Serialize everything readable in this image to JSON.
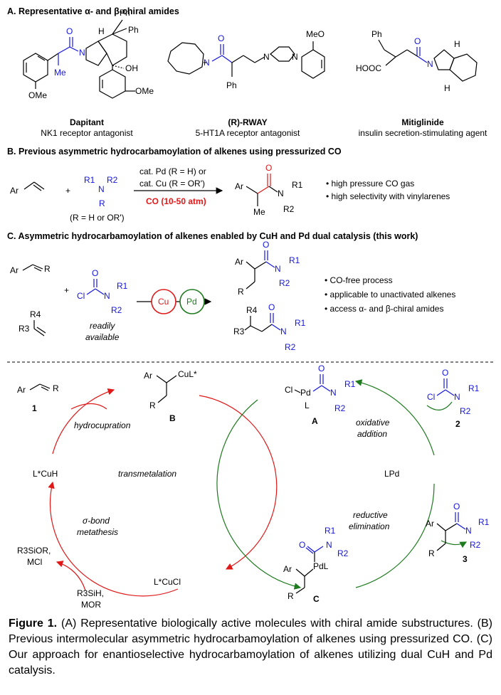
{
  "sectionA": {
    "heading": "A. Representative α- and β-chiral amides",
    "molecules": [
      {
        "name": "Dapitant",
        "desc": "NK1 receptor antagonist",
        "atoms": [
          "Ph",
          "Ph",
          "H",
          "OH",
          "OMe",
          "OMe",
          "N",
          "O",
          "Me",
          "H"
        ]
      },
      {
        "name": "(R)-RWAY",
        "desc": "5-HT1A receptor antagonist",
        "atoms": [
          "N",
          "O",
          "Ph",
          "N",
          "N",
          "MeO"
        ]
      },
      {
        "name": "Mitiglinide",
        "desc": "insulin secretion-stimulating agent",
        "atoms": [
          "Ph",
          "HOOC",
          "O",
          "N",
          "H",
          "H"
        ]
      }
    ]
  },
  "sectionB": {
    "heading": "B. Previous asymmetric hydrocarbamoylation of alkenes using pressurized CO",
    "reactant1": "Ar",
    "plus": "+",
    "amine_atoms": [
      "R1",
      "N",
      "R2",
      "R"
    ],
    "amine_note": "(R = H or OR')",
    "conditions": [
      "cat. Pd (R = H) or",
      "cat. Cu (R = OR')"
    ],
    "co": "CO (10-50 atm)",
    "product_atoms": [
      "Ar",
      "O",
      "N",
      "R1",
      "Me",
      "R2"
    ],
    "bullets": [
      "high pressure CO gas",
      "high selectivity with vinylarenes"
    ]
  },
  "sectionC": {
    "heading": "C. Asymmetric hydrocarbamoylation of alkenes enabled by CuH and Pd dual catalysis (this work)",
    "alkene1_atoms": [
      "Ar",
      "R"
    ],
    "alkene2_atoms": [
      "R4",
      "R3"
    ],
    "plus": "+",
    "carbamoyl_atoms": [
      "Cl",
      "O",
      "N",
      "R1",
      "R2"
    ],
    "note": [
      "readily",
      "available"
    ],
    "cu": "Cu",
    "pd": "Pd",
    "product1_atoms": [
      "Ar",
      "O",
      "N",
      "R1",
      "R",
      "R2"
    ],
    "product2_atoms": [
      "R4",
      "R3",
      "O",
      "N",
      "R1",
      "R2"
    ],
    "bullets": [
      "CO-free process",
      "applicable to unactivated alkenes",
      "access α- and β-chiral amides"
    ]
  },
  "mechanism": {
    "left_cycle": {
      "substrate": {
        "atoms": [
          "Ar",
          "R"
        ],
        "number": "1"
      },
      "B": {
        "atoms": [
          "Ar",
          "CuL*",
          "R"
        ],
        "label": "B"
      },
      "hydrocupration": "hydrocupration",
      "cuh": "L*CuH",
      "transmetalation": "transmetalation",
      "sigma": [
        "σ-bond",
        "metathesis"
      ],
      "byproduct": [
        "R3SiOR,",
        "MCl"
      ],
      "cucl": "L*CuCl",
      "reagent": [
        "R3SiH,",
        "MOR"
      ]
    },
    "right_cycle": {
      "A": {
        "atoms": [
          "Cl",
          "Pd",
          "L",
          "O",
          "N",
          "R1",
          "R2"
        ],
        "label": "A"
      },
      "carbamoyl": {
        "atoms": [
          "Cl",
          "O",
          "N",
          "R1",
          "R2"
        ],
        "number": "2"
      },
      "oxidative": [
        "oxidative",
        "addition"
      ],
      "lpd": "LPd",
      "reductive": [
        "reductive",
        "elimination"
      ],
      "C": {
        "atoms": [
          "O",
          "R1",
          "N",
          "R2",
          "PdL",
          "Ar",
          "R"
        ],
        "label": "C"
      },
      "product": {
        "atoms": [
          "Ar",
          "O",
          "N",
          "R1",
          "R",
          "R2"
        ],
        "number": "3"
      }
    }
  },
  "caption": {
    "label": "Figure 1.",
    "text": "(A) Representative biologically active molecules with chiral amide substructures. (B) Previous intermolecular asymmetric hydrocarbamoylation of alkenes using pressurized CO. (C) Our approach for enantioselective hydrocarbamoylation of alkenes utilizing dual CuH and Pd catalysis."
  },
  "colors": {
    "blue": "#1515e0",
    "red": "#e01818",
    "green": "#1e7a1e"
  }
}
